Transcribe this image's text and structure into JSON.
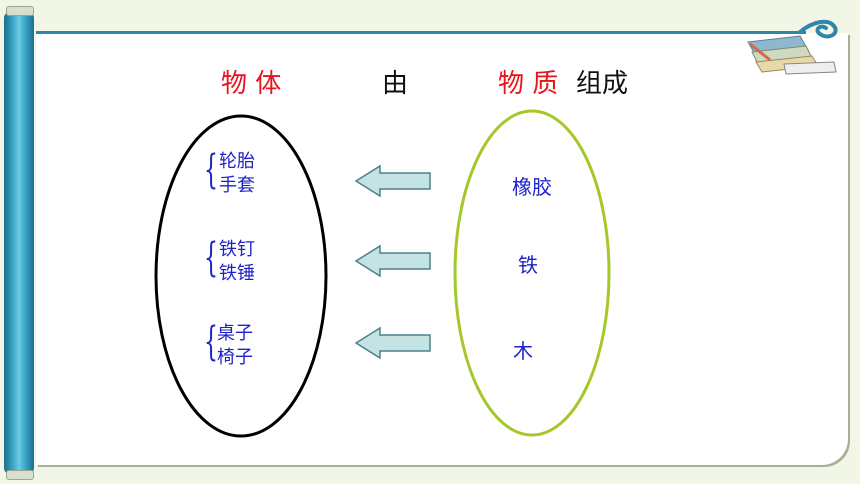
{
  "header": {
    "object_a": "物 体",
    "connector": "由",
    "object_b": "物 质",
    "suffix": "组成"
  },
  "objects": [
    {
      "line1": "轮胎",
      "line2": "手套"
    },
    {
      "line1": "铁钉",
      "line2": "铁锤"
    },
    {
      "line1": "桌子",
      "line2": "椅子"
    }
  ],
  "materials": [
    "橡胶",
    "铁",
    "木"
  ],
  "colors": {
    "highlight": "#e8141c",
    "text_blue": "#1e22c8",
    "left_ellipse": "#000000",
    "right_ellipse": "#a4c82a",
    "arrow_fill": "#c4e3e3",
    "arrow_stroke": "#4e7f8e",
    "frame_accent": "#2f86a8"
  },
  "icons": [
    "scroll-rod-icon",
    "books-icon",
    "swirl-icon"
  ]
}
